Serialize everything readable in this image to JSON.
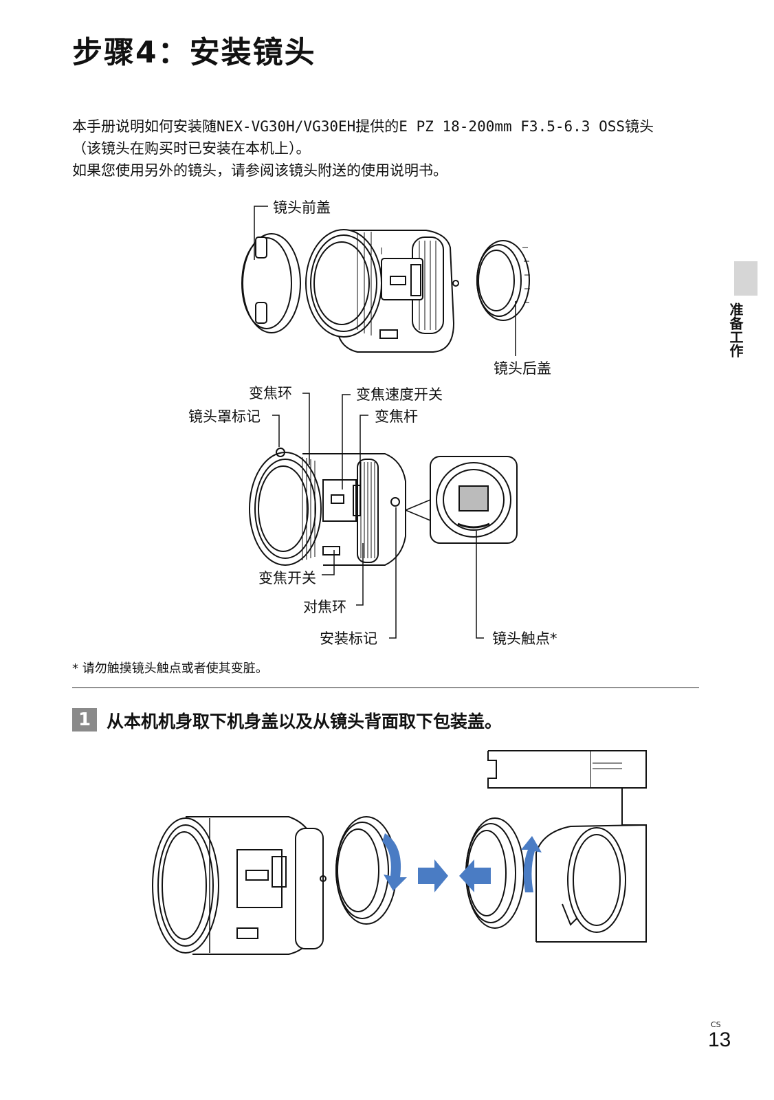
{
  "page": {
    "title": "步骤4：安装镜头",
    "intro": [
      "本手册说明如何安装随NEX-VG30H/VG30EH提供的E PZ 18-200mm F3.5-6.3 OSS镜头",
      "（该镜头在购买时已安装在本机上）。",
      "如果您使用另外的镜头，请参阅该镜头附送的使用说明书。"
    ],
    "side_label": "准备工作",
    "footnote": "* 请勿触摸镜头触点或者使其变脏。",
    "page_number": "13",
    "page_lang": "CS"
  },
  "diagram": {
    "labels": {
      "front_cap": "镜头前盖",
      "rear_cap": "镜头后盖",
      "zoom_ring": "变焦环",
      "hood_index": "镜头罩标记",
      "zoom_speed_switch": "变焦速度开关",
      "zoom_lever": "变焦杆",
      "zoom_switch": "变焦开关",
      "focus_ring": "对焦环",
      "mount_index": "安装标记",
      "contacts": "镜头触点*"
    }
  },
  "step": {
    "number": "1",
    "text": "从本机机身取下机身盖以及从镜头背面取下包装盖。"
  },
  "colors": {
    "arrow_blue": "#4a7cc4",
    "tab_gray": "#d6d6d6",
    "step_badge": "#8a8a8a"
  }
}
